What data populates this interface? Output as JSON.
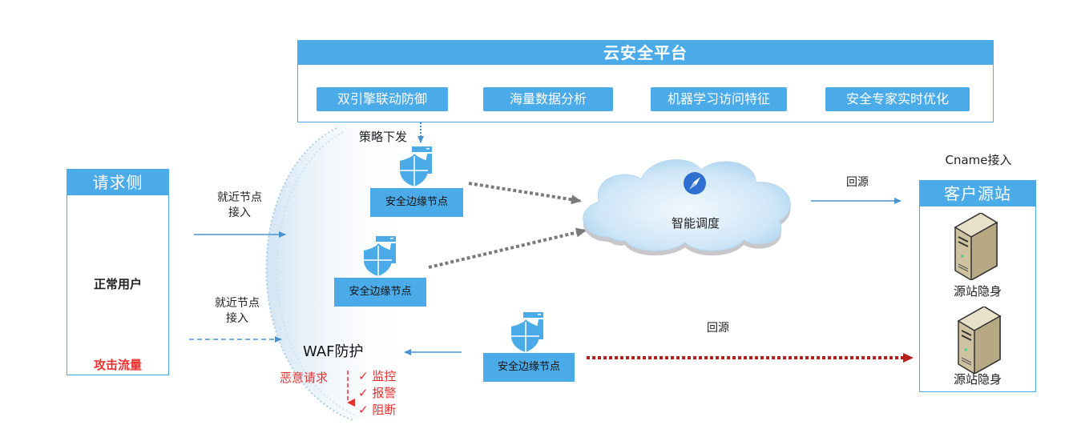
{
  "platform": {
    "title": "云安全平台",
    "features": [
      "双引擎联动防御",
      "海量数据分析",
      "机器学习访问特征",
      "安全专家实时优化"
    ]
  },
  "policy_label": "策略下发",
  "requester": {
    "title": "请求侧",
    "normal_user": "正常用户",
    "attack_traffic": "攻击流量"
  },
  "access_labels": {
    "normal_line1": "就近节点",
    "normal_line2": "接入",
    "attack_line1": "就近节点",
    "attack_line2": "接入"
  },
  "edge_nodes": {
    "node1": "安全边缘节点",
    "node2": "安全边缘节点",
    "node3": "安全边缘节点"
  },
  "scheduler": {
    "label": "智能调度"
  },
  "back_to_origin": {
    "top": "回源",
    "bottom": "回源"
  },
  "origin": {
    "cname": "Cname接入",
    "title": "客户源站",
    "server1": "源站隐身",
    "server2": "源站隐身"
  },
  "waf": {
    "title": "WAF防护",
    "malicious": "恶意请求",
    "actions": [
      "✓ 监控",
      "✓ 报警",
      "✓ 阻断"
    ]
  },
  "colors": {
    "primary_blue": "#4aabe8",
    "attack_red": "#e8302f",
    "dark_red_arrow": "#b51f1c",
    "gray_dotted": "#7a7a7a"
  }
}
